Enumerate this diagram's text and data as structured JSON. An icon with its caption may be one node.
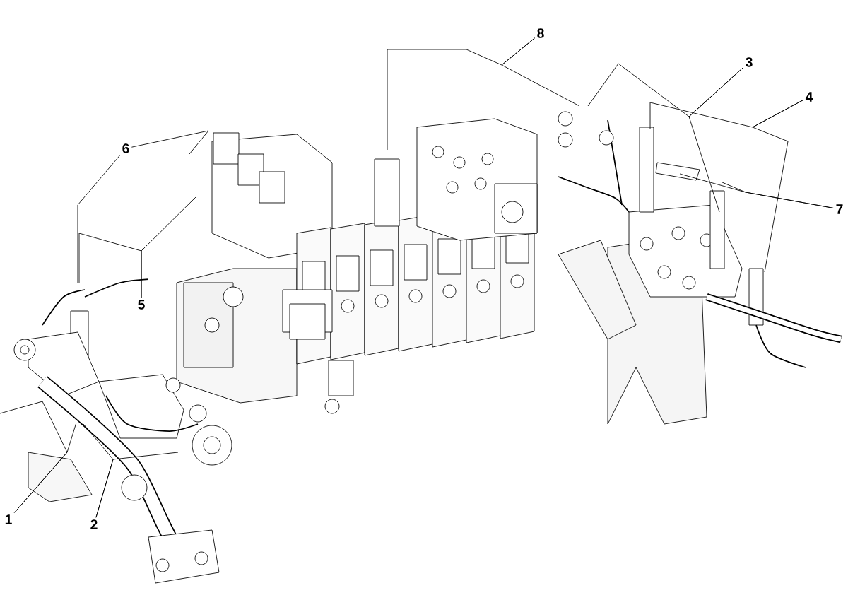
{
  "diagram": {
    "nodes": [
      {
        "text": [
          "1"
        ]
      },
      {
        "text": [
          "2"
        ]
      },
      {
        "text": [
          "3"
        ]
      },
      {
        "text": [
          "4"
        ]
      },
      {
        "text": [
          "5"
        ]
      },
      {
        "text": [
          "6"
        ]
      },
      {
        "text": [
          "7"
        ]
      },
      {
        "text": [
          "8"
        ]
      }
    ],
    "edges": [
      {
        "from": 0,
        "to": null,
        "arrow": "none"
      },
      {
        "from": 0,
        "to": null,
        "arrow": "none"
      },
      {
        "from": 1,
        "to": null,
        "arrow": "none"
      },
      {
        "from": 1,
        "to": null,
        "arrow": "none"
      },
      {
        "from": 2,
        "to": null,
        "arrow": "none"
      },
      {
        "from": 2,
        "to": null,
        "arrow": "none"
      },
      {
        "from": 3,
        "to": null,
        "arrow": "none"
      },
      {
        "from": 3,
        "to": null,
        "arrow": "none"
      },
      {
        "from": 4,
        "to": null,
        "arrow": "none"
      },
      {
        "from": 4,
        "to": null,
        "arrow": "none"
      },
      {
        "from": 5,
        "to": null,
        "arrow": "none"
      },
      {
        "from": 5,
        "to": null,
        "arrow": "none"
      },
      {
        "from": 6,
        "to": null,
        "arrow": "none"
      },
      {
        "from": 6,
        "to": null,
        "arrow": "none"
      },
      {
        "from": 7,
        "to": null,
        "arrow": "none"
      },
      {
        "from": 7,
        "to": null,
        "arrow": "none"
      }
    ]
  }
}
